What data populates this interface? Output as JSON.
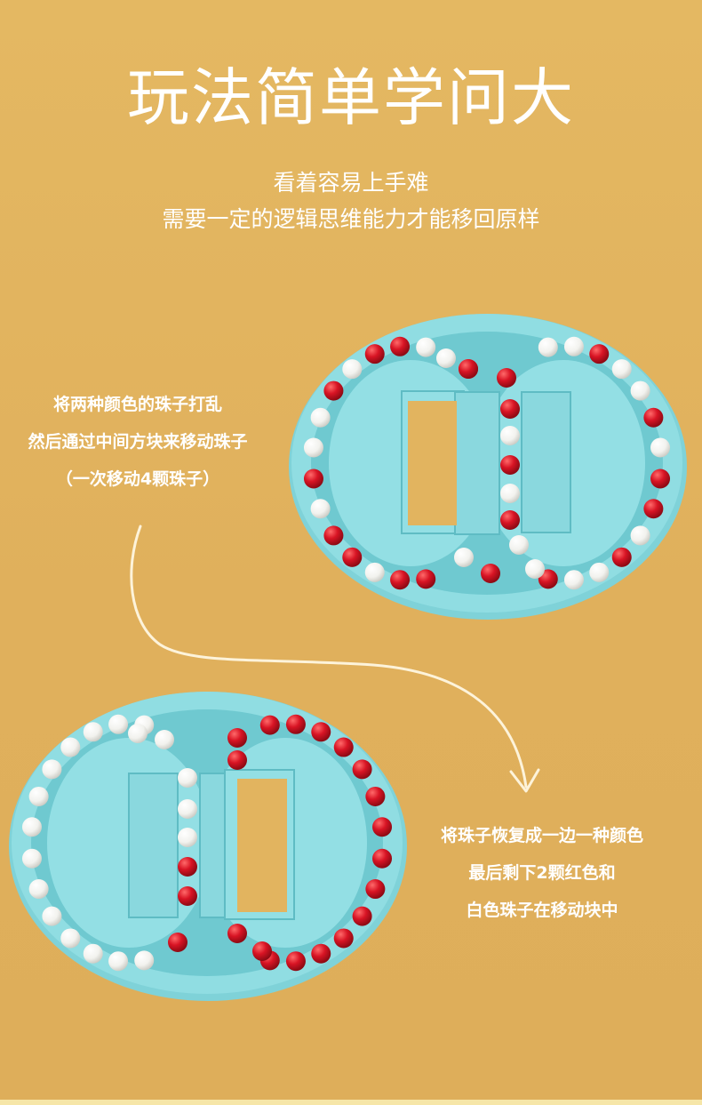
{
  "header": {
    "title": "玩法简单学问大",
    "subtitle_line1": "看着容易上手难",
    "subtitle_line2": "需要一定的逻辑思维能力才能移回原样"
  },
  "step1": {
    "line1": "将两种颜色的珠子打乱",
    "line2": "然后通过中间方块来移动珠子",
    "line3": "（一次移动4颗珠子）"
  },
  "step2": {
    "line1": "将珠子恢复成一边一种颜色",
    "line2": "最后剩下2颗红色和",
    "line3": "白色珠子在移动块中"
  },
  "colors": {
    "background": "#e2b45f",
    "toy_body": "#8fdde2",
    "toy_channel": "#5cc3cc",
    "bead_red": "#d81424",
    "bead_white": "#f5f5f2",
    "text": "#ffffff"
  }
}
